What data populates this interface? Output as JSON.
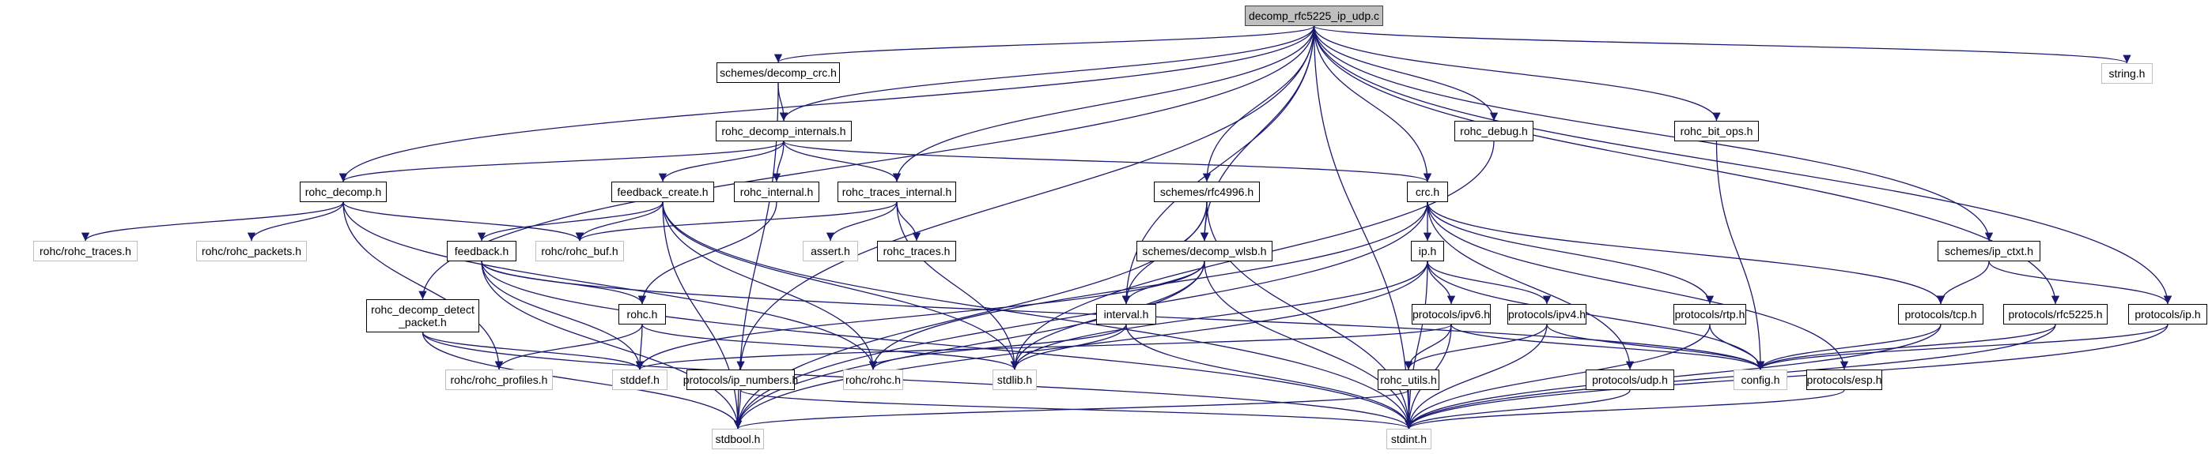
{
  "graph": {
    "title": "decomp_rfc5225_ip_udp.c include dependency graph",
    "edge_color": "#191970",
    "root_fill": "#bfbfbf",
    "external_border": "#bfbfbf",
    "nodes": [
      {
        "id": "root",
        "label": "decomp_rfc5225_ip_udp.c",
        "kind": "root"
      },
      {
        "id": "decomp_crc",
        "label": "schemes/decomp_crc.h",
        "kind": "doc"
      },
      {
        "id": "string",
        "label": "string.h",
        "kind": "ext"
      },
      {
        "id": "internals",
        "label": "rohc_decomp_internals.h",
        "kind": "doc"
      },
      {
        "id": "rohc_debug",
        "label": "rohc_debug.h",
        "kind": "doc"
      },
      {
        "id": "bit_ops",
        "label": "rohc_bit_ops.h",
        "kind": "doc"
      },
      {
        "id": "rohc_decomp",
        "label": "rohc_decomp.h",
        "kind": "doc"
      },
      {
        "id": "feedback_create",
        "label": "feedback_create.h",
        "kind": "doc"
      },
      {
        "id": "rohc_internal",
        "label": "rohc_internal.h",
        "kind": "doc"
      },
      {
        "id": "traces_internal",
        "label": "rohc_traces_internal.h",
        "kind": "doc"
      },
      {
        "id": "rfc4996",
        "label": "schemes/rfc4996.h",
        "kind": "doc"
      },
      {
        "id": "crc",
        "label": "crc.h",
        "kind": "doc"
      },
      {
        "id": "ip_ctxt",
        "label": "schemes/ip_ctxt.h",
        "kind": "doc"
      },
      {
        "id": "rohc_traces_ext",
        "label": "rohc/rohc_traces.h",
        "kind": "ext"
      },
      {
        "id": "rohc_packets",
        "label": "rohc/rohc_packets.h",
        "kind": "ext"
      },
      {
        "id": "rohc_buf",
        "label": "rohc/rohc_buf.h",
        "kind": "ext"
      },
      {
        "id": "feedback",
        "label": "feedback.h",
        "kind": "doc"
      },
      {
        "id": "assert",
        "label": "assert.h",
        "kind": "ext"
      },
      {
        "id": "rohc_traces",
        "label": "rohc_traces.h",
        "kind": "doc"
      },
      {
        "id": "decomp_wlsb",
        "label": "schemes/decomp_wlsb.h",
        "kind": "doc"
      },
      {
        "id": "ip",
        "label": "ip.h",
        "kind": "doc"
      },
      {
        "id": "detect_packet",
        "label": "rohc_decomp_detect\n_packet.h",
        "kind": "doc"
      },
      {
        "id": "rohc",
        "label": "rohc.h",
        "kind": "doc"
      },
      {
        "id": "interval",
        "label": "interval.h",
        "kind": "doc"
      },
      {
        "id": "ipv6",
        "label": "protocols/ipv6.h",
        "kind": "doc"
      },
      {
        "id": "ipv4",
        "label": "protocols/ipv4.h",
        "kind": "doc"
      },
      {
        "id": "rtp",
        "label": "protocols/rtp.h",
        "kind": "doc"
      },
      {
        "id": "tcp",
        "label": "protocols/tcp.h",
        "kind": "doc"
      },
      {
        "id": "rfc5225",
        "label": "protocols/rfc5225.h",
        "kind": "doc"
      },
      {
        "id": "proto_ip",
        "label": "protocols/ip.h",
        "kind": "doc"
      },
      {
        "id": "rohc_profiles",
        "label": "rohc/rohc_profiles.h",
        "kind": "ext"
      },
      {
        "id": "stddef",
        "label": "stddef.h",
        "kind": "ext"
      },
      {
        "id": "ip_numbers",
        "label": "protocols/ip_numbers.h",
        "kind": "doc"
      },
      {
        "id": "rohc_rohc",
        "label": "rohc/rohc.h",
        "kind": "ext"
      },
      {
        "id": "stdlib",
        "label": "stdlib.h",
        "kind": "ext"
      },
      {
        "id": "rohc_utils",
        "label": "rohc_utils.h",
        "kind": "doc"
      },
      {
        "id": "udp",
        "label": "protocols/udp.h",
        "kind": "doc"
      },
      {
        "id": "config",
        "label": "config.h",
        "kind": "ext"
      },
      {
        "id": "esp",
        "label": "protocols/esp.h",
        "kind": "doc"
      },
      {
        "id": "stdbool",
        "label": "stdbool.h",
        "kind": "ext"
      },
      {
        "id": "stdint",
        "label": "stdint.h",
        "kind": "ext"
      }
    ],
    "edges": [
      [
        "root",
        "decomp_crc"
      ],
      [
        "root",
        "string"
      ],
      [
        "root",
        "internals"
      ],
      [
        "root",
        "rohc_debug"
      ],
      [
        "root",
        "bit_ops"
      ],
      [
        "root",
        "rohc_decomp"
      ],
      [
        "root",
        "traces_internal"
      ],
      [
        "root",
        "rfc4996"
      ],
      [
        "root",
        "crc"
      ],
      [
        "root",
        "ip_ctxt"
      ],
      [
        "root",
        "decomp_wlsb"
      ],
      [
        "root",
        "detect_packet"
      ],
      [
        "root",
        "interval"
      ],
      [
        "root",
        "ip_numbers"
      ],
      [
        "root",
        "rfc5225"
      ],
      [
        "root",
        "proto_ip"
      ],
      [
        "root",
        "stdint"
      ],
      [
        "decomp_crc",
        "internals"
      ],
      [
        "decomp_crc",
        "stdbool"
      ],
      [
        "internals",
        "rohc_decomp"
      ],
      [
        "internals",
        "feedback_create"
      ],
      [
        "internals",
        "rohc_internal"
      ],
      [
        "internals",
        "traces_internal"
      ],
      [
        "internals",
        "crc"
      ],
      [
        "rohc_decomp",
        "rohc_traces_ext"
      ],
      [
        "rohc_decomp",
        "rohc_packets"
      ],
      [
        "rohc_decomp",
        "rohc_buf"
      ],
      [
        "rohc_decomp",
        "rohc_profiles"
      ],
      [
        "rohc_decomp",
        "rohc_rohc"
      ],
      [
        "feedback_create",
        "feedback"
      ],
      [
        "feedback_create",
        "rohc_buf"
      ],
      [
        "feedback_create",
        "stdbool"
      ],
      [
        "feedback_create",
        "stdint"
      ],
      [
        "feedback_create",
        "stdlib"
      ],
      [
        "feedback_create",
        "rohc_rohc"
      ],
      [
        "rohc_internal",
        "rohc"
      ],
      [
        "traces_internal",
        "rohc_buf"
      ],
      [
        "traces_internal",
        "assert"
      ],
      [
        "traces_internal",
        "rohc_traces"
      ],
      [
        "traces_internal",
        "stdlib"
      ],
      [
        "feedback",
        "rohc"
      ],
      [
        "feedback",
        "stddef"
      ],
      [
        "feedback",
        "stdbool"
      ],
      [
        "feedback",
        "stdint"
      ],
      [
        "feedback",
        "config"
      ],
      [
        "rohc",
        "rohc_profiles"
      ],
      [
        "rohc",
        "stddef"
      ],
      [
        "rohc",
        "stdlib"
      ],
      [
        "detect_packet",
        "stddef"
      ],
      [
        "detect_packet",
        "stdbool"
      ],
      [
        "detect_packet",
        "stdint"
      ],
      [
        "rfc4996",
        "decomp_wlsb"
      ],
      [
        "rfc4996",
        "interval"
      ],
      [
        "rfc4996",
        "stdint"
      ],
      [
        "rfc4996",
        "stdbool"
      ],
      [
        "decomp_wlsb",
        "interval"
      ],
      [
        "decomp_wlsb",
        "stdlib"
      ],
      [
        "decomp_wlsb",
        "stdint"
      ],
      [
        "decomp_wlsb",
        "stdbool"
      ],
      [
        "decomp_wlsb",
        "stddef"
      ],
      [
        "interval",
        "rohc_rohc"
      ],
      [
        "interval",
        "stdlib"
      ],
      [
        "interval",
        "stdint"
      ],
      [
        "crc",
        "ip"
      ],
      [
        "crc",
        "rohc_rohc"
      ],
      [
        "crc",
        "stdbool"
      ],
      [
        "crc",
        "rtp"
      ],
      [
        "crc",
        "tcp"
      ],
      [
        "crc",
        "udp"
      ],
      [
        "crc",
        "esp"
      ],
      [
        "rohc_debug",
        "stdlib"
      ],
      [
        "ip",
        "ipv6"
      ],
      [
        "ip",
        "ipv4"
      ],
      [
        "ip",
        "stdlib"
      ],
      [
        "ip",
        "stdint"
      ],
      [
        "ip",
        "stdbool"
      ],
      [
        "ip",
        "config"
      ],
      [
        "ipv6",
        "rohc_utils"
      ],
      [
        "ipv6",
        "stdint"
      ],
      [
        "ipv6",
        "stddef"
      ],
      [
        "ipv6",
        "config"
      ],
      [
        "ipv4",
        "rohc_utils"
      ],
      [
        "ipv4",
        "stdint"
      ],
      [
        "ipv4",
        "config"
      ],
      [
        "rohc_utils",
        "stdint"
      ],
      [
        "rohc_utils",
        "stdbool"
      ],
      [
        "rtp",
        "stdint"
      ],
      [
        "rtp",
        "config"
      ],
      [
        "udp",
        "stdint"
      ],
      [
        "esp",
        "stdint"
      ],
      [
        "bit_ops",
        "config"
      ],
      [
        "ip_ctxt",
        "tcp"
      ],
      [
        "ip_ctxt",
        "proto_ip"
      ],
      [
        "tcp",
        "stdint"
      ],
      [
        "tcp",
        "config"
      ],
      [
        "rfc5225",
        "stdint"
      ],
      [
        "rfc5225",
        "config"
      ],
      [
        "proto_ip",
        "stdint"
      ],
      [
        "proto_ip",
        "config"
      ],
      [
        "ip_numbers",
        "stdbool"
      ],
      [
        "ip_numbers",
        "stdint"
      ]
    ]
  }
}
